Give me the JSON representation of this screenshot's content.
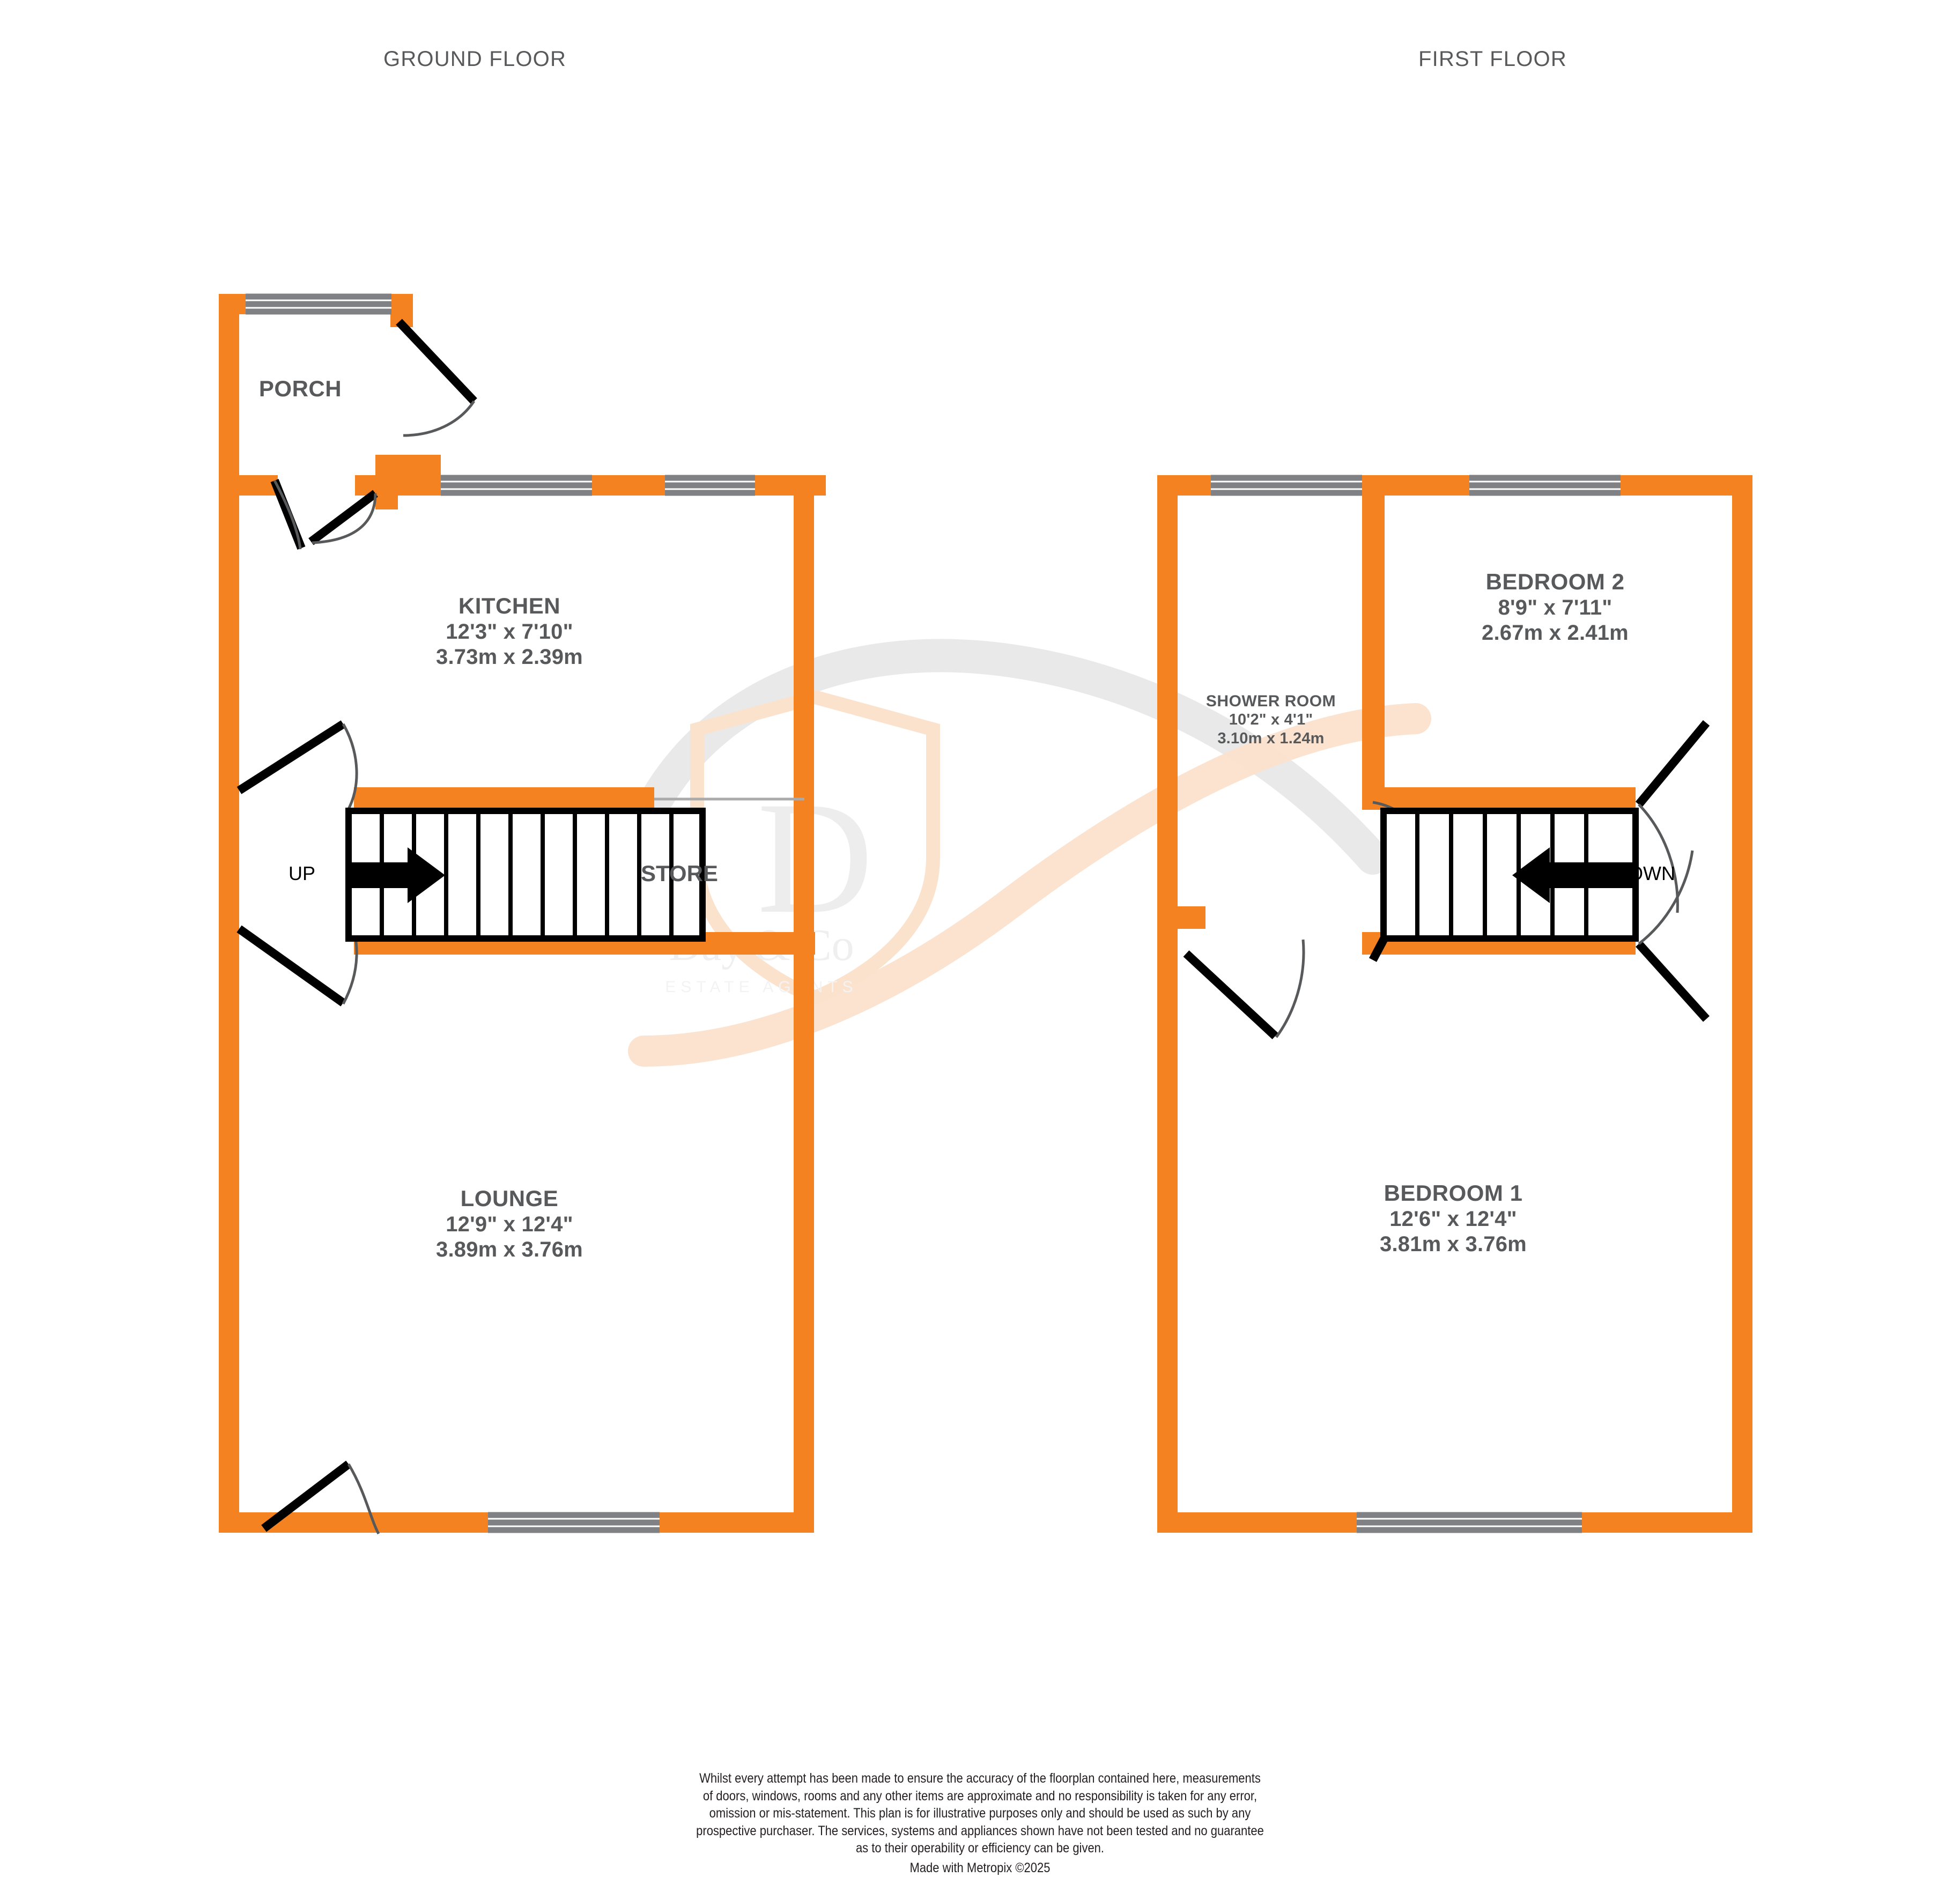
{
  "floors": [
    {
      "id": "ground",
      "title": "GROUND FLOOR"
    },
    {
      "id": "first",
      "title": "FIRST FLOOR"
    }
  ],
  "ground_floor": {
    "title": "GROUND FLOOR",
    "rooms": [
      {
        "name": "PORCH",
        "imperial": "",
        "metric": ""
      },
      {
        "name": "KITCHEN",
        "imperial": "12'3\"  x 7'10\"",
        "metric": "3.73m  x 2.39m"
      },
      {
        "name": "LOUNGE",
        "imperial": "12'9\"  x 12'4\"",
        "metric": "3.89m  x 3.76m"
      }
    ],
    "stair_direction_label": "UP",
    "store_label": "STORE"
  },
  "first_floor": {
    "title": "FIRST FLOOR",
    "rooms": [
      {
        "name": "BEDROOM 2",
        "imperial": "8'9\"  x 7'11\"",
        "metric": "2.67m  x 2.41m"
      },
      {
        "name": "SHOWER ROOM",
        "imperial": "10'2\"  x 4'1\"",
        "metric": "3.10m  x 1.24m"
      },
      {
        "name": "BEDROOM 1",
        "imperial": "12'6\"  x 12'4\"",
        "metric": "3.81m  x 3.76m"
      }
    ],
    "stair_direction_label": "DOWN"
  },
  "watermark": {
    "monogram": "D",
    "brand": "Day & Co",
    "tagline": "ESTATE AGENTS"
  },
  "disclaimer": {
    "line1": "Whilst every attempt has been made to ensure the accuracy of the floorplan contained here, measurements",
    "line2": "of doors, windows, rooms and any other items are approximate and no responsibility is taken for any error,",
    "line3": "omission or mis-statement. This plan is for illustrative purposes only and should be used as such by any",
    "line4": "prospective purchaser. The services, systems and appliances shown have not been tested and no guarantee",
    "line5": "as to their operability or efficiency can be given.",
    "made_with": "Made with Metropix ©2025"
  },
  "colors": {
    "wall": "#F58220",
    "wall_alt": "#F6871F",
    "text": "#58595b",
    "stair_line": "#000000",
    "window": "#808184",
    "background": "#ffffff",
    "watermark_gray": "#e8e8e8",
    "watermark_peach": "#fdeadb"
  }
}
